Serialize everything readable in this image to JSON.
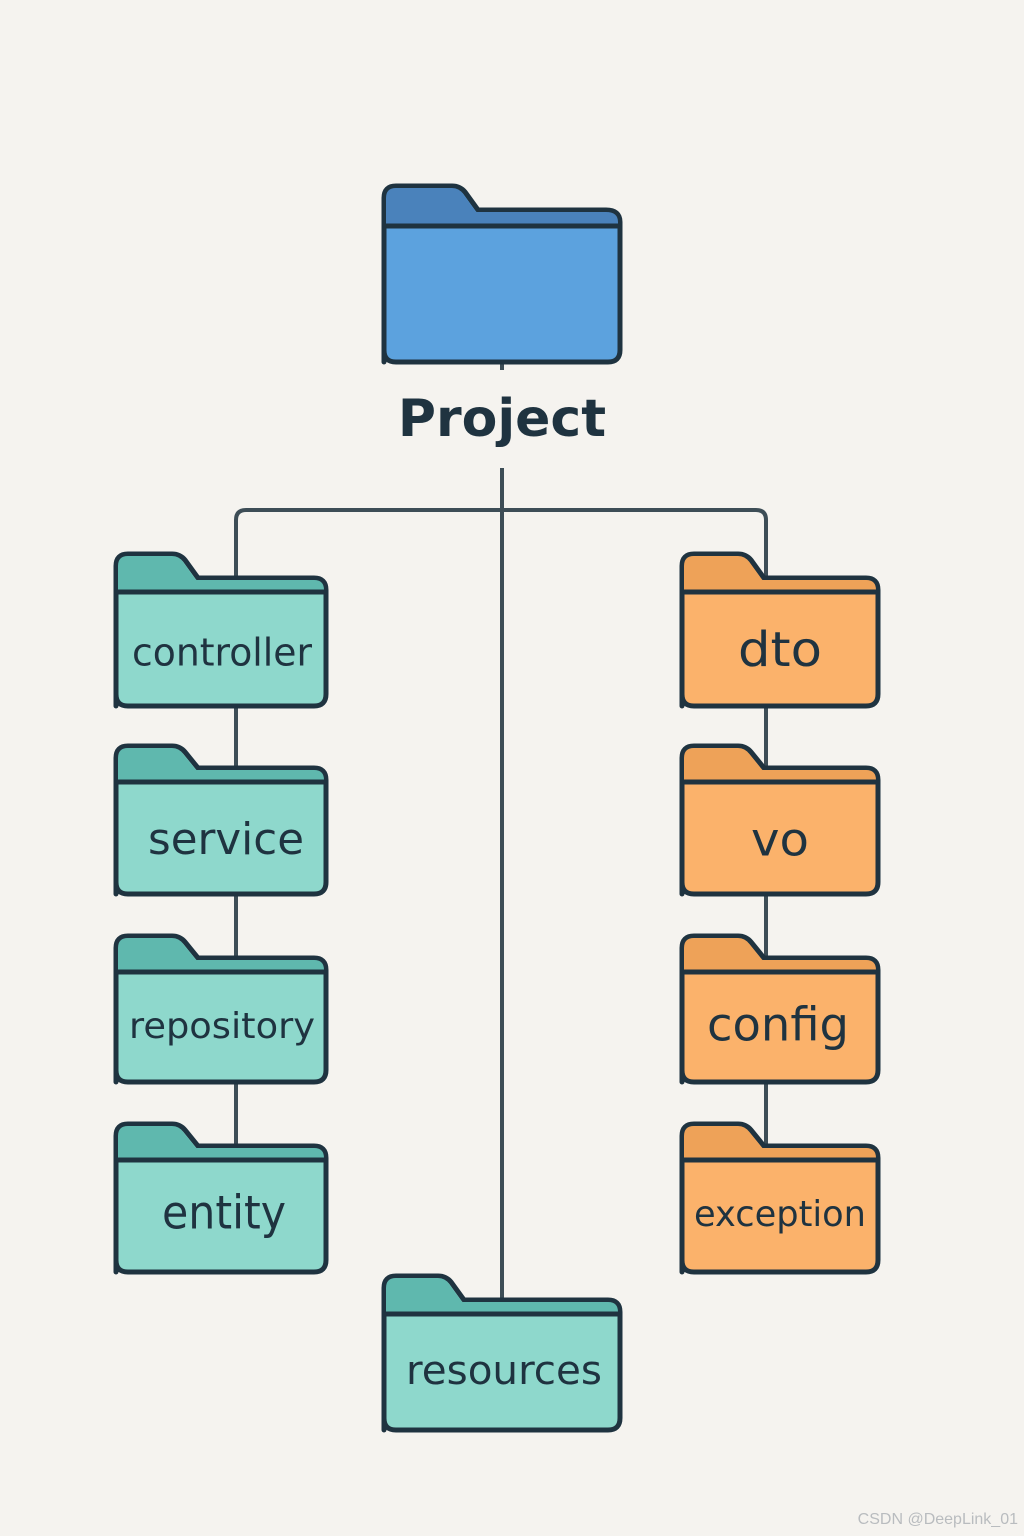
{
  "root": {
    "label": "Project",
    "icon": "folder-icon",
    "color": "#5ca2de",
    "tab_color": "#4a82bb"
  },
  "branches": {
    "left": [
      {
        "id": "controller",
        "label": "controller"
      },
      {
        "id": "service",
        "label": "service"
      },
      {
        "id": "repository",
        "label": "repository"
      },
      {
        "id": "entity",
        "label": "entity"
      }
    ],
    "center": [
      {
        "id": "resources",
        "label": "resources"
      }
    ],
    "right": [
      {
        "id": "dto",
        "label": "dto"
      },
      {
        "id": "vo",
        "label": "vo"
      },
      {
        "id": "config",
        "label": "config"
      },
      {
        "id": "exception",
        "label": "exception"
      }
    ]
  },
  "colors": {
    "teal_body": "#8ed8cc",
    "teal_tab": "#5fb8ae",
    "orange_body": "#fbb26b",
    "orange_tab": "#eea258",
    "outline": "#1f3340",
    "connector": "#3d4d56",
    "background": "#f5f3ef"
  },
  "watermark": "CSDN @DeepLink_01"
}
